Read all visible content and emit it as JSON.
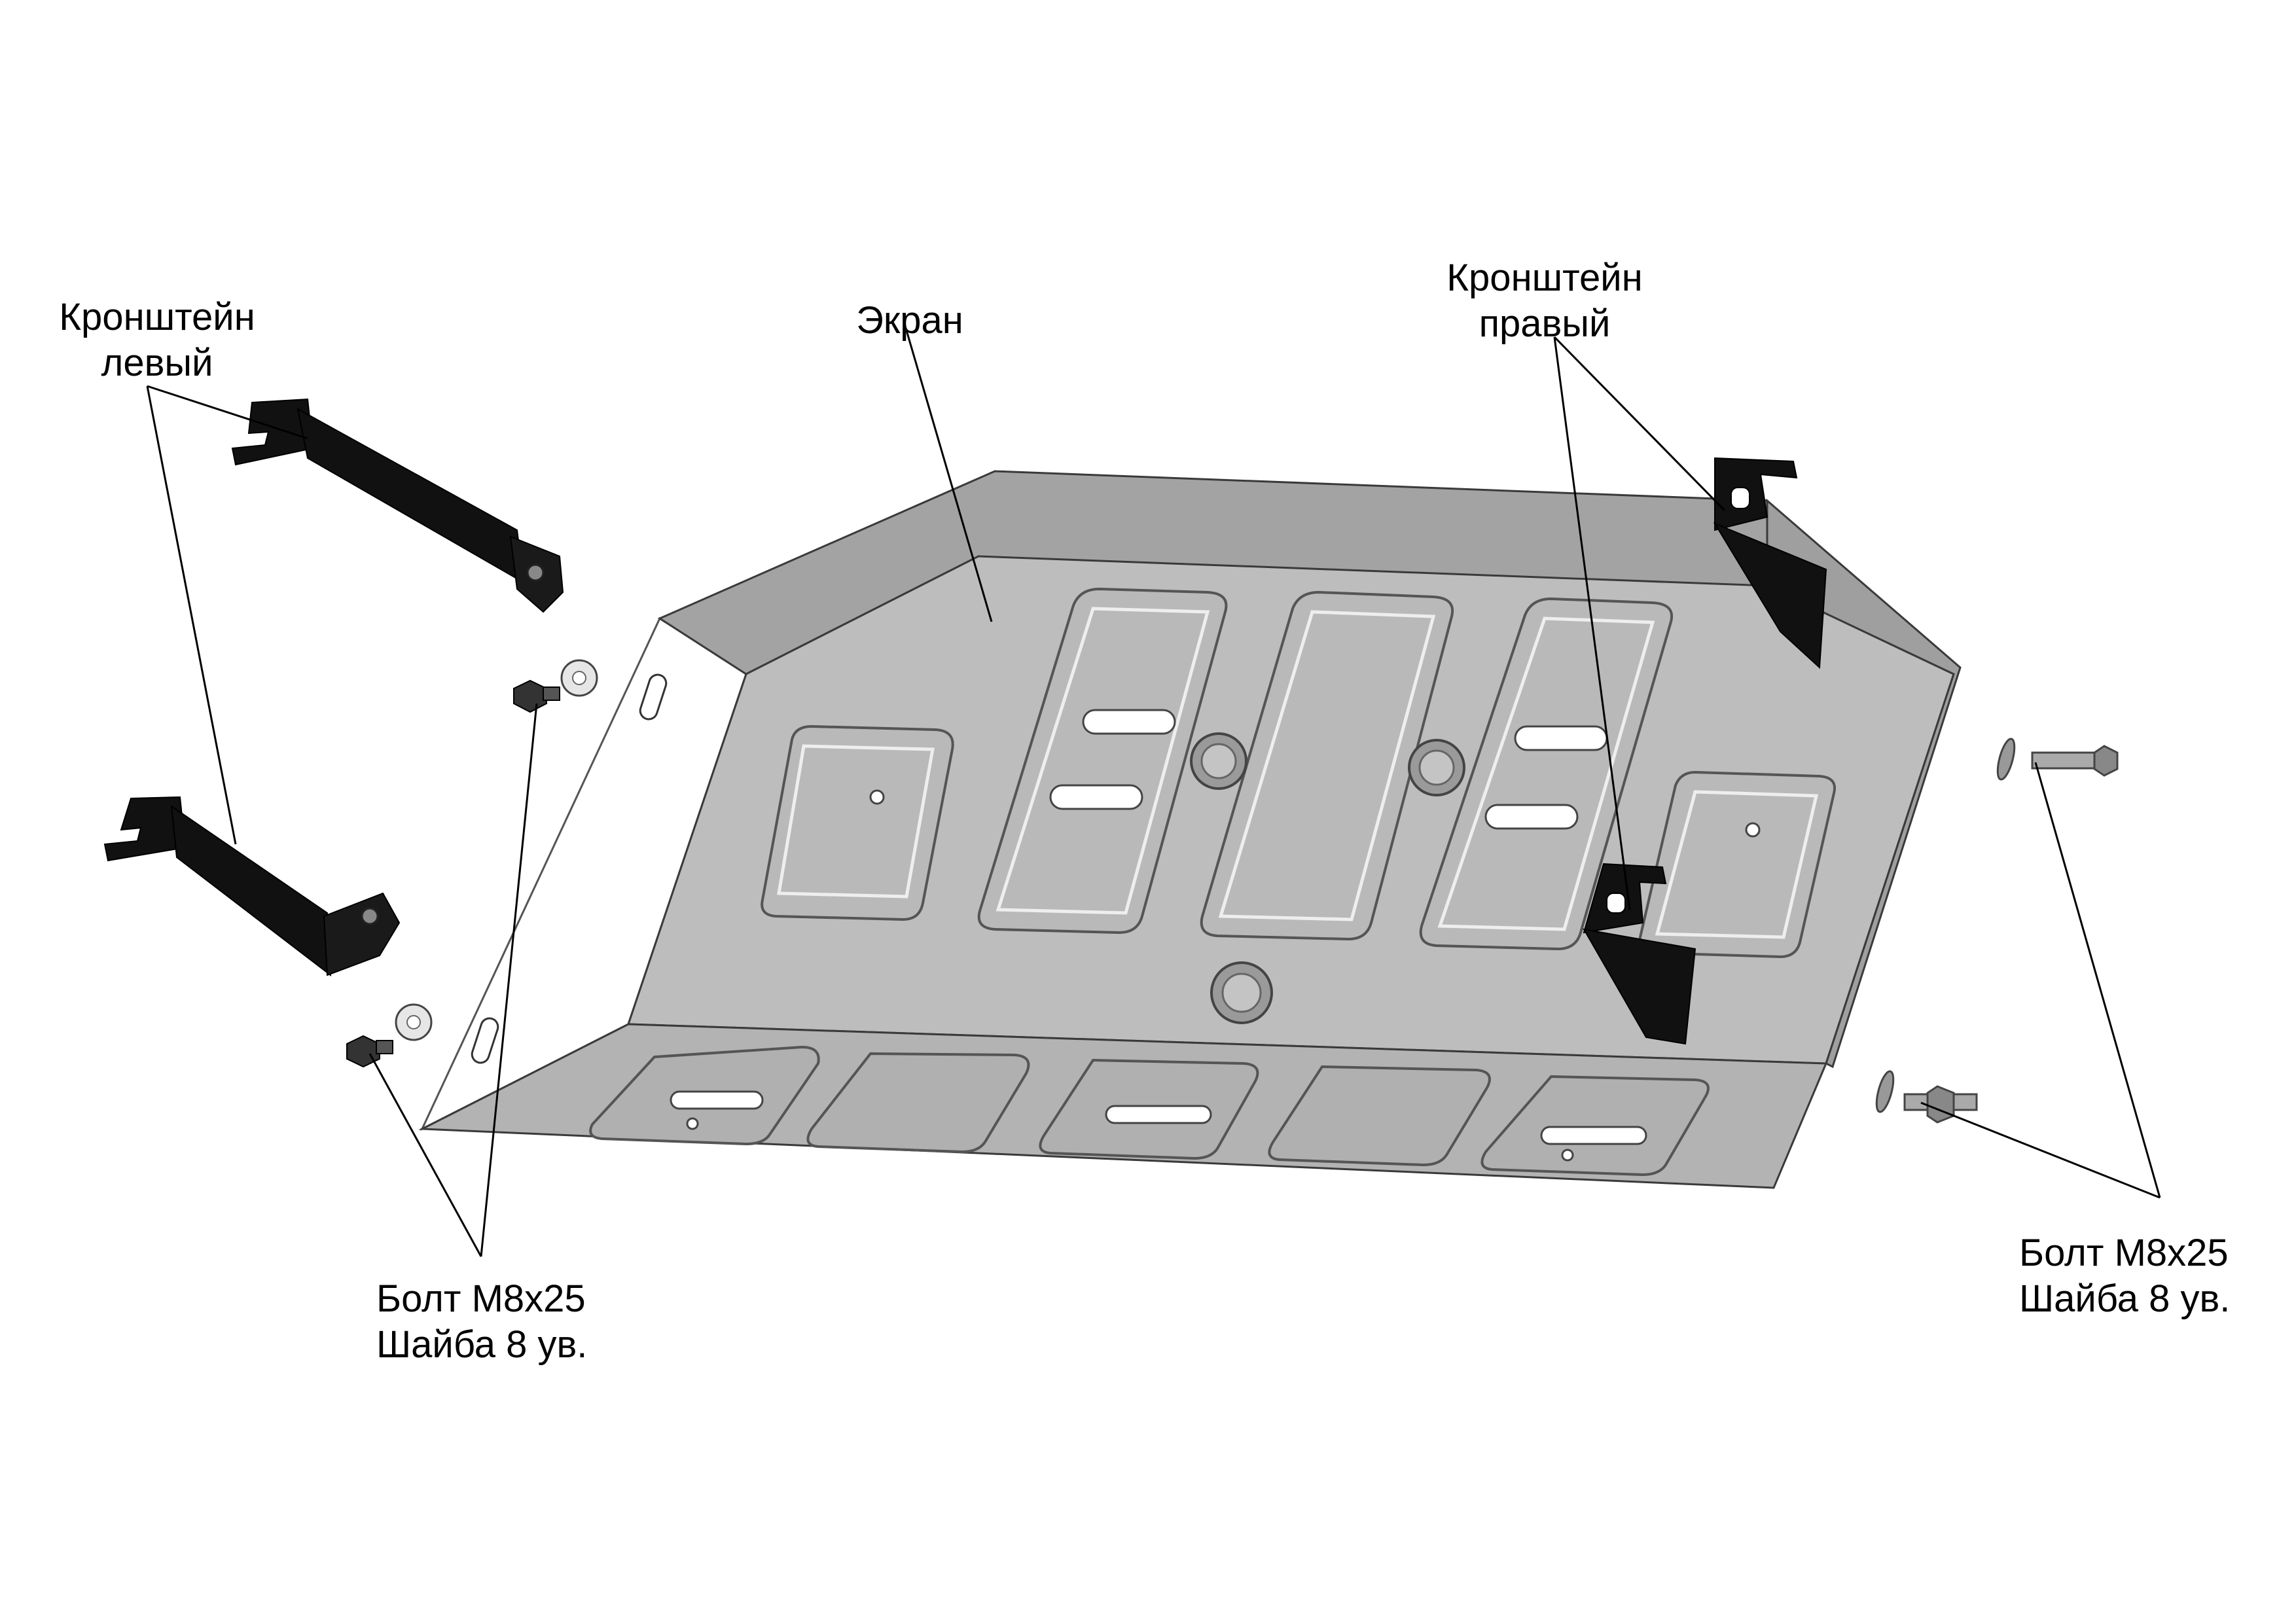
{
  "labels": {
    "bracket_left": {
      "line1": "Кронштейн",
      "line2": "левый"
    },
    "screen": {
      "line1": "Экран"
    },
    "bracket_right": {
      "line1": "Кронштейн",
      "line2": "правый"
    },
    "fasteners_left": {
      "line1": "Болт М8х25",
      "line2": "Шайба 8 ув."
    },
    "fasteners_right": {
      "line1": "Болт М8х25",
      "line2": "Шайба 8 ув."
    }
  },
  "colors": {
    "plate_face": "#bdbdbd",
    "plate_side": "#a6a6a6",
    "plate_flange": "#b4b4b4",
    "plate_edge_light": "#eeeeee",
    "bracket": "#111111",
    "outline": "#3a3a3a",
    "leader": "#000000"
  }
}
